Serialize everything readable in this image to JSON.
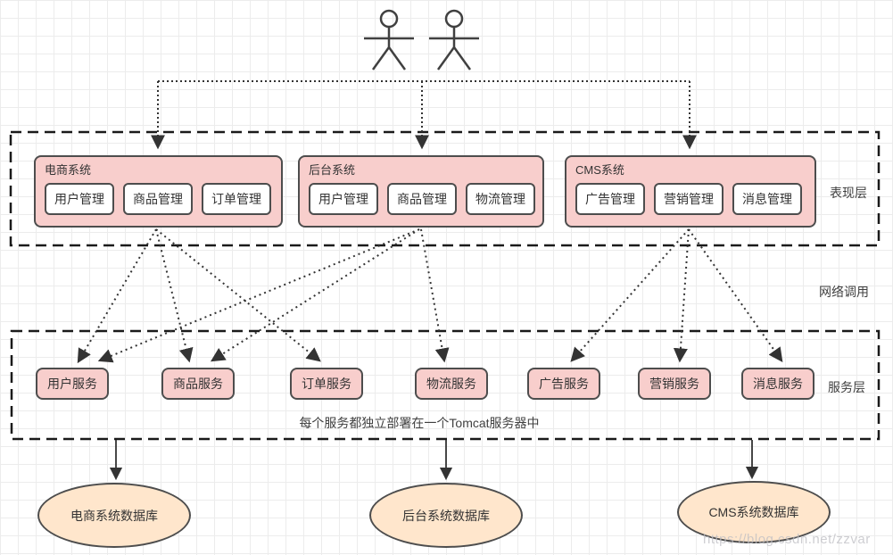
{
  "layers": {
    "presentation": {
      "label": "表现层"
    },
    "network": {
      "label": "网络调用"
    },
    "service": {
      "label": "服务层",
      "caption": "每个服务都独立部署在一个Tomcat服务器中"
    }
  },
  "systems": [
    {
      "name": "电商系统",
      "modules": [
        "用户管理",
        "商品管理",
        "订单管理"
      ]
    },
    {
      "name": "后台系统",
      "modules": [
        "用户管理",
        "商品管理",
        "物流管理"
      ]
    },
    {
      "name": "CMS系统",
      "modules": [
        "广告管理",
        "营销管理",
        "消息管理"
      ]
    }
  ],
  "services": [
    "用户服务",
    "商品服务",
    "订单服务",
    "物流服务",
    "广告服务",
    "营销服务",
    "消息服务"
  ],
  "databases": [
    "电商系统数据库",
    "后台系统数据库",
    "CMS系统数据库"
  ],
  "watermark": "https://blog.csdn.net/zzvar",
  "colors": {
    "box_fill": "#f8cecc",
    "db_fill": "#ffe6cc",
    "box_border": "#4d4d4d",
    "dashed_border": "#1a1a1a",
    "line": "#333333"
  }
}
